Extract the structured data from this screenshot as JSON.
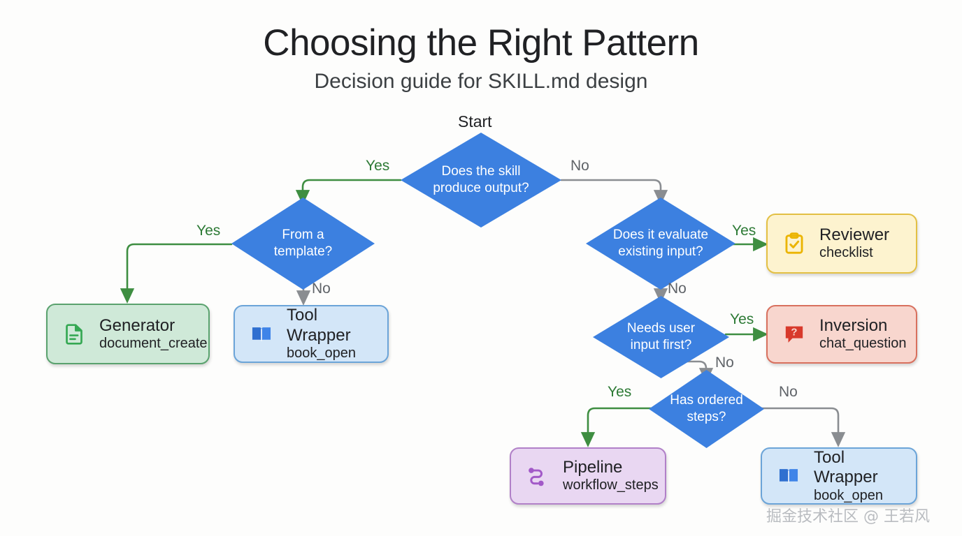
{
  "header": {
    "title": "Choosing the Right Pattern",
    "subtitle": "Decision guide for SKILL.md design"
  },
  "start_caption": "Start",
  "watermark": "掘金技术社区 @ 王若风",
  "colors": {
    "background": "#fdfdfc",
    "decision_fill": "#3c80e0",
    "decision_text": "#ffffff",
    "yes_edge": "#3e8e41",
    "no_edge": "#8a8d91",
    "green_fill": "#cfe9d8",
    "green_border": "#5aa26e",
    "blue_fill": "#d3e6f8",
    "blue_border": "#6ba4d8",
    "yellow_fill": "#fdf3cf",
    "yellow_border": "#e3c044",
    "red_fill": "#f8d6ce",
    "red_border": "#d8705e",
    "purple_fill": "#e9d7f2",
    "purple_border": "#b180c8"
  },
  "chart_data": {
    "type": "diagram",
    "title": "Choosing the Right Pattern",
    "subtitle": "Decision guide for SKILL.md design",
    "nodes": [
      {
        "id": "q1",
        "kind": "decision",
        "text": "Does the skill produce output?"
      },
      {
        "id": "q2",
        "kind": "decision",
        "text": "From a template?"
      },
      {
        "id": "q3",
        "kind": "decision",
        "text": "Does it evaluate existing input?"
      },
      {
        "id": "q4",
        "kind": "decision",
        "text": "Needs user input first?"
      },
      {
        "id": "q5",
        "kind": "decision",
        "text": "Has ordered steps?"
      },
      {
        "id": "generator",
        "kind": "result",
        "title": "Generator",
        "subtitle": "document_create",
        "color": "green",
        "icon": "document-icon"
      },
      {
        "id": "tool_wrapper_left",
        "kind": "result",
        "title": "Tool Wrapper",
        "subtitle": "book_open",
        "color": "blue",
        "icon": "book-open-icon"
      },
      {
        "id": "reviewer",
        "kind": "result",
        "title": "Reviewer",
        "subtitle": "checklist",
        "color": "yellow",
        "icon": "clipboard-check-icon"
      },
      {
        "id": "inversion",
        "kind": "result",
        "title": "Inversion",
        "subtitle": "chat_question",
        "color": "red",
        "icon": "chat-question-icon"
      },
      {
        "id": "pipeline",
        "kind": "result",
        "title": "Pipeline",
        "subtitle": "workflow_steps",
        "color": "purple",
        "icon": "workflow-icon"
      },
      {
        "id": "tool_wrapper_bottom",
        "kind": "result",
        "title": "Tool Wrapper",
        "subtitle": "book_open",
        "color": "blue",
        "icon": "book-open-icon"
      }
    ],
    "edges": [
      {
        "from": "q1",
        "to": "q2",
        "label": "Yes"
      },
      {
        "from": "q1",
        "to": "q3",
        "label": "No"
      },
      {
        "from": "q2",
        "to": "generator",
        "label": "Yes"
      },
      {
        "from": "q2",
        "to": "tool_wrapper_left",
        "label": "No"
      },
      {
        "from": "q3",
        "to": "reviewer",
        "label": "Yes"
      },
      {
        "from": "q3",
        "to": "q4",
        "label": "No"
      },
      {
        "from": "q4",
        "to": "inversion",
        "label": "Yes"
      },
      {
        "from": "q4",
        "to": "q5",
        "label": "No"
      },
      {
        "from": "q5",
        "to": "pipeline",
        "label": "Yes"
      },
      {
        "from": "q5",
        "to": "tool_wrapper_bottom",
        "label": "No"
      }
    ]
  },
  "decisions": {
    "q1": {
      "line1": "Does the skill",
      "line2": "produce output?"
    },
    "q2": {
      "line1": "From a",
      "line2": "template?"
    },
    "q3": {
      "line1": "Does it evaluate",
      "line2": "existing input?"
    },
    "q4": {
      "line1": "Needs user",
      "line2": "input first?"
    },
    "q5": {
      "line1": "Has ordered",
      "line2": "steps?"
    }
  },
  "results": {
    "generator": {
      "title": "Generator",
      "subtitle": "document_create"
    },
    "tool_wrapper_left": {
      "title": "Tool Wrapper",
      "subtitle": "book_open"
    },
    "reviewer": {
      "title": "Reviewer",
      "subtitle": "checklist"
    },
    "inversion": {
      "title": "Inversion",
      "subtitle": "chat_question"
    },
    "pipeline": {
      "title": "Pipeline",
      "subtitle": "workflow_steps"
    },
    "tool_wrapper_bottom": {
      "title": "Tool Wrapper",
      "subtitle": "book_open"
    }
  },
  "edge_labels": {
    "q1_yes": "Yes",
    "q1_no": "No",
    "q2_yes": "Yes",
    "q2_no": "No",
    "q3_yes": "Yes",
    "q3_no": "No",
    "q4_yes": "Yes",
    "q4_no": "No",
    "q5_yes": "Yes",
    "q5_no": "No"
  }
}
